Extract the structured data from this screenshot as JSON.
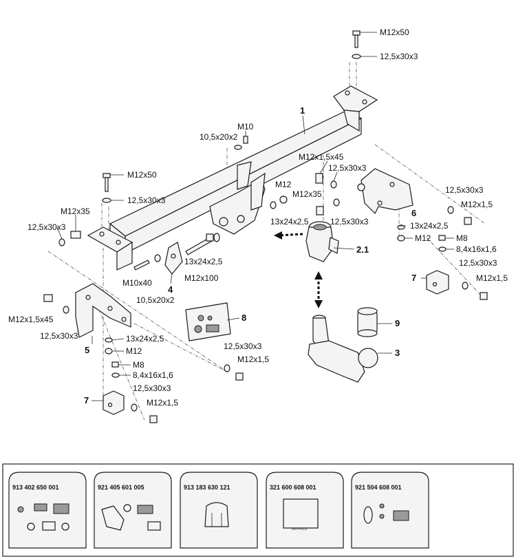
{
  "labels": {
    "m12x50_top": "M12x50",
    "w12_5x30x3_top": "12,5x30x3",
    "m10": "M10",
    "w10_5x20x2": "10,5x20x2",
    "m12x50_left": "M12x50",
    "w12_5x30x3_left": "12,5x30x3",
    "m12x35_left": "M12x35",
    "w12_5x30x3_leftmost": "12,5x30x3",
    "m12_center": "M12",
    "m12x35_center": "M12x35",
    "w13x24x2_5_center": "13x24x2,5",
    "m12x1_5x45_right": "M12x1,5x45",
    "w12_5x30x3_right_a": "12,5x30x3",
    "w12_5x30x3_right_b": "12,5x30x3",
    "w12_5x30x3_far_right": "12,5x30x3",
    "m12x1_5_far_right": "M12x1,5",
    "w13x24x2_5_right": "13x24x2,5",
    "m12_right": "M12",
    "m8_right": "M8",
    "w8_4x16x1_6_right": "8,4x16x1,6",
    "w12_5x30x3_right_bracket": "12,5x30x3",
    "m12x1_5_right_bracket": "M12x1,5",
    "m10x40": "M10x40",
    "m12x100": "M12x100",
    "w13x24x2_5_bolt": "13x24x2,5",
    "w10_5x20x2_lower": "10,5x20x2",
    "m12x1_5x45_left": "M12x1,5x45",
    "w12_5x30x3_left_lower": "12,5x30x3",
    "w13x24x2_5_left": "13x24x2,5",
    "m12_left": "M12",
    "m8_left": "M8",
    "w8_4x16x1_6_left": "8,4x16x1,6",
    "w12_5x30x3_left_bracket": "12,5x30x3",
    "m12x1_5_left_bracket": "M12x1,5",
    "w12_5x30x3_center_low": "12,5x30x3",
    "m12x1_5_center_low": "M12x1,5"
  },
  "part_numbers": {
    "p1": "1",
    "p2_1": "2.1",
    "p3": "3",
    "p4": "4",
    "p5": "5",
    "p6": "6",
    "p7_left": "7",
    "p7_right": "7",
    "p8": "8",
    "p9": "9"
  },
  "packages": [
    {
      "code": "913 402 650 001"
    },
    {
      "code": "921 405 601 005"
    },
    {
      "code": "913 183 630 121"
    },
    {
      "code": "321 600 608 001"
    },
    {
      "code": "921 504 608 001"
    }
  ],
  "package_brand": "WESTFALIA"
}
